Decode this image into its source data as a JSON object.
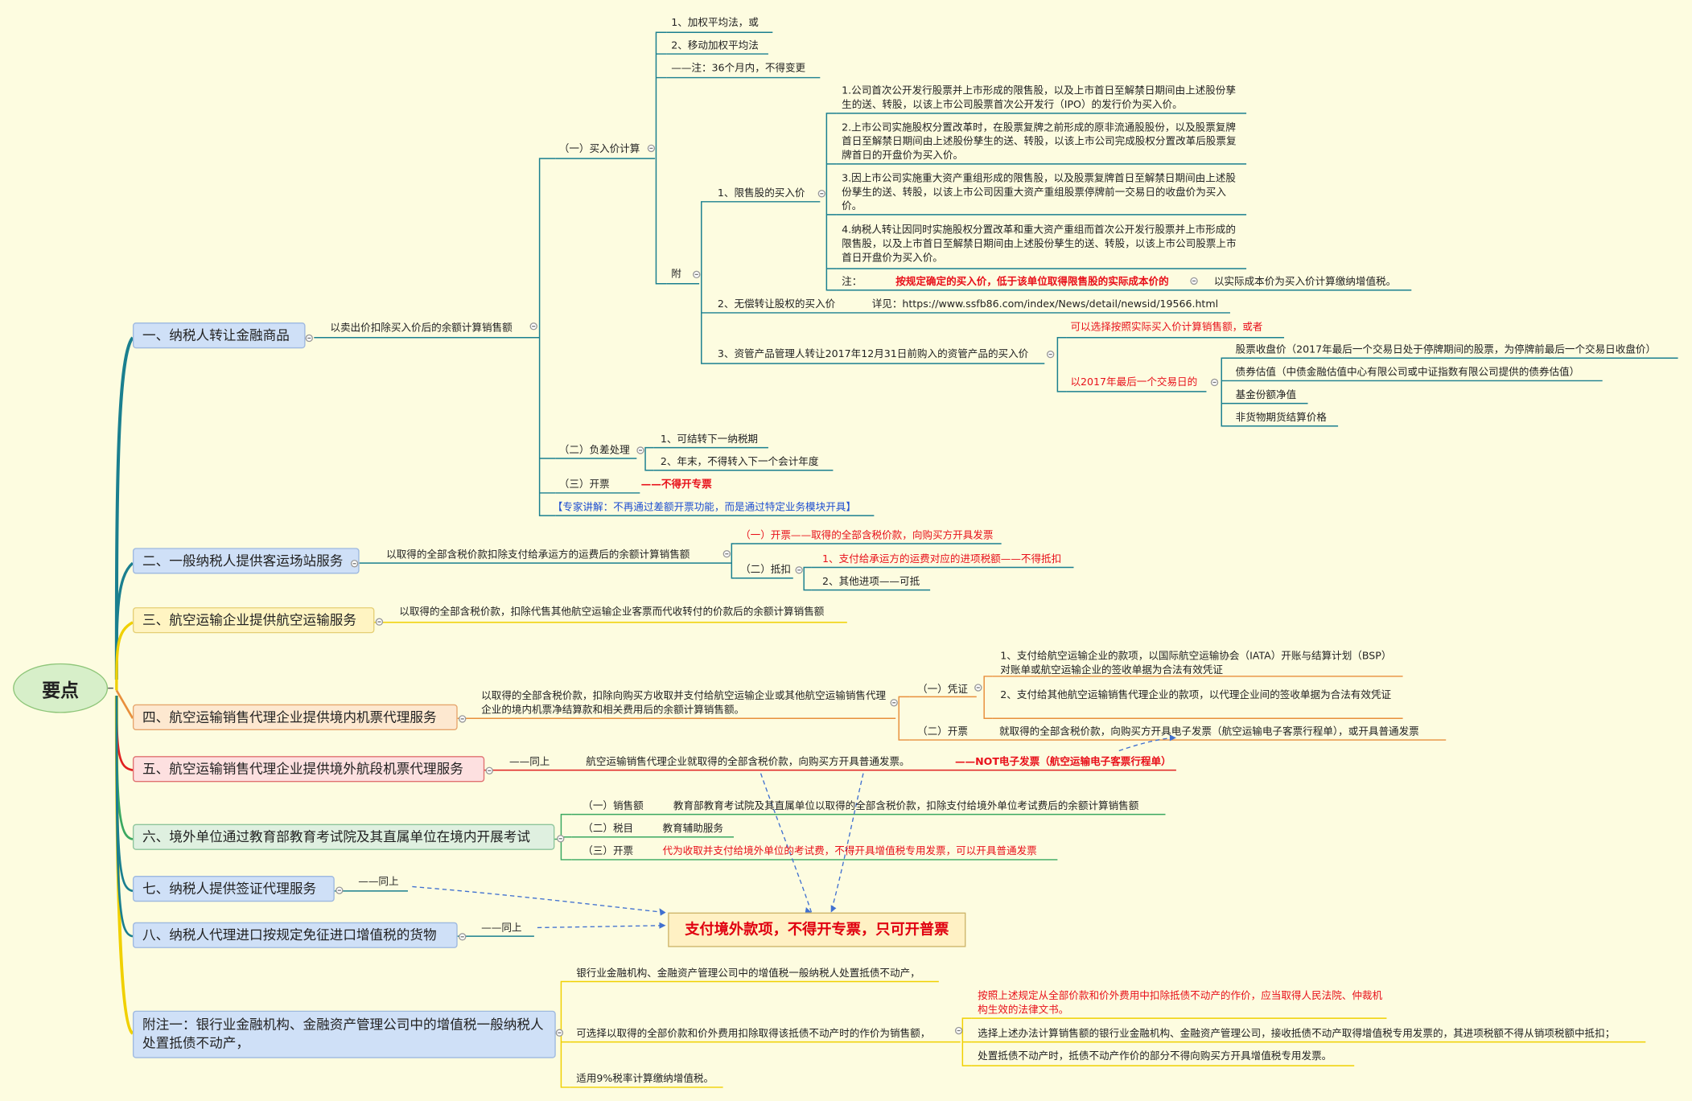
{
  "root": "要点",
  "callout": "支付境外款项，不得开专票，只可开普票",
  "colors": {
    "background": "#fdfce0",
    "branch_teal": "#1a7f8f",
    "branch_yellow": "#f0d000",
    "branch_red": "#e02020",
    "branch_green": "#3aa860",
    "callout_text": "#e00010"
  },
  "b1": {
    "title": "一、纳税人转让金融商品",
    "desc": "以卖出价扣除买入价后的余额计算销售额",
    "buy": {
      "label": "（一）买入价计算",
      "m1": "1、加权平均法，或",
      "m2": "2、移动加权平均法",
      "m3": "——注：36个月内，不得变更",
      "fu": "附",
      "limit": {
        "label": "1、限售股的买入价",
        "i1": "1.公司首次公开发行股票并上市形成的限售股，以及上市首日至解禁日期间由上述股份孳生的送、转股，以该上市公司股票首次公开发行（IPO）的发行价为买入价。",
        "i2": "2.上市公司实施股权分置改革时，在股票复牌之前形成的原非流通股股份，以及股票复牌首日至解禁日期间由上述股份孳生的送、转股，以该上市公司完成股权分置改革后股票复牌首日的开盘价为买入价。",
        "i3": "3.因上市公司实施重大资产重组形成的限售股，以及股票复牌首日至解禁日期间由上述股份孳生的送、转股，以该上市公司因重大资产重组股票停牌前一交易日的收盘价为买入价。",
        "i4": "4.纳税人转让因同时实施股权分置改革和重大资产重组而首次公开发行股票并上市形成的限售股，以及上市首日至解禁日期间由上述股份孳生的送、转股，以该上市公司股票上市首日开盘价为买入价。",
        "note": "注：",
        "note_red": "按规定确定的买入价，低于该单位取得限售股的实际成本价的",
        "note_after": "以实际成本价为买入价计算缴纳增值税。"
      },
      "nonfree": {
        "label": "2、无偿转让股权的买入价",
        "detail": "详见：https://www.ssfb86.com/index/News/detail/newsid/19566.html"
      },
      "asset": {
        "label": "3、资管产品管理人转让2017年12月31日前购入的资管产品的买入价",
        "opt1": "可以选择按照实际买入价计算销售额，或者",
        "opt2": "以2017年最后一个交易日的",
        "items": [
          "股票收盘价（2017年最后一个交易日处于停牌期间的股票，为停牌前最后一个交易日收盘价）",
          "债券估值（中债金融估值中心有限公司或中证指数有限公司提供的债券估值）",
          "基金份额净值",
          "非货物期货结算价格"
        ]
      }
    },
    "neg": {
      "label": "（二）负差处理",
      "i1": "1、可结转下一纳税期",
      "i2": "2、年末，不得转入下一个会计年度"
    },
    "inv": {
      "label": "（三）开票",
      "value": "——不得开专票"
    },
    "expert": "【专家讲解：不再通过差额开票功能，而是通过特定业务模块开具】"
  },
  "b2": {
    "title": "二、一般纳税人提供客运场站服务",
    "desc": "以取得的全部含税价款扣除支付给承运方的运费后的余额计算销售额",
    "inv": "（一）开票——取得的全部含税价款，向购买方开具发票",
    "ded": "（二）抵扣",
    "d1": "1、支付给承运方的运费对应的进项税额——不得抵扣",
    "d2": "2、其他进项——可抵"
  },
  "b3": {
    "title": "三、航空运输企业提供航空运输服务",
    "desc": "以取得的全部含税价款，扣除代售其他航空运输企业客票而代收转付的价款后的余额计算销售额"
  },
  "b4": {
    "title": "四、航空运输销售代理企业提供境内机票代理服务",
    "desc": "以取得的全部含税价款，扣除向购买方收取并支付给航空运输企业或其他航空运输销售代理企业的境内机票净结算款和相关费用后的余额计算销售额。",
    "cert": "（一）凭证",
    "c1": "1、支付给航空运输企业的款项，以国际航空运输协会（IATA）开账与结算计划（BSP）对账单或航空运输企业的签收单据为合法有效凭证",
    "c2": "2、支付给其他航空运输销售代理企业的款项，以代理企业间的签收单据为合法有效凭证",
    "inv": "（二）开票",
    "inv_text": "就取得的全部含税价款，向购买方开具电子发票（航空运输电子客票行程单），或开具普通发票"
  },
  "b5": {
    "title": "五、航空运输销售代理企业提供境外航段机票代理服务",
    "same": "——同上",
    "text": "航空运输销售代理企业就取得的全部含税价款，向购买方开具普通发票。",
    "not": "——NOT电子发票（航空运输电子客票行程单）"
  },
  "b6": {
    "title": "六、境外单位通过教育部教育考试院及其直属单位在境内开展考试",
    "s": "（一）销售额",
    "s_text": "教育部教育考试院及其直属单位以取得的全部含税价款，扣除支付给境外单位考试费后的余额计算销售额",
    "t": "（二）税目",
    "t_text": "教育辅助服务",
    "i": "（三）开票",
    "i_text": "代为收取并支付给境外单位的考试费，不得开具增值税专用发票，可以开具普通发票"
  },
  "b7": {
    "title": "七、纳税人提供签证代理服务",
    "same": "——同上"
  },
  "b8": {
    "title": "八、纳税人代理进口按规定免征进口增值税的货物",
    "same": "——同上"
  },
  "b9": {
    "title": "附注一：银行业金融机构、金融资产管理公司中的增值税一般纳税人处置抵债不动产，",
    "t1": "银行业金融机构、金融资产管理公司中的增值税一般纳税人处置抵债不动产，",
    "t2": "可选择以取得的全部价款和价外费用扣除取得该抵债不动产时的作价为销售额，",
    "r1": "按照上述规定从全部价款和价外费用中扣除抵债不动产的作价，应当取得人民法院、仲裁机构生效的法律文书。",
    "r2": "选择上述办法计算销售额的银行业金融机构、金融资产管理公司，接收抵债不动产取得增值税专用发票的，其进项税额不得从销项税额中抵扣；",
    "r3": "处置抵债不动产时，抵债不动产作价的部分不得向购买方开具增值税专用发票。",
    "t3": "适用9%税率计算缴纳增值税。"
  }
}
